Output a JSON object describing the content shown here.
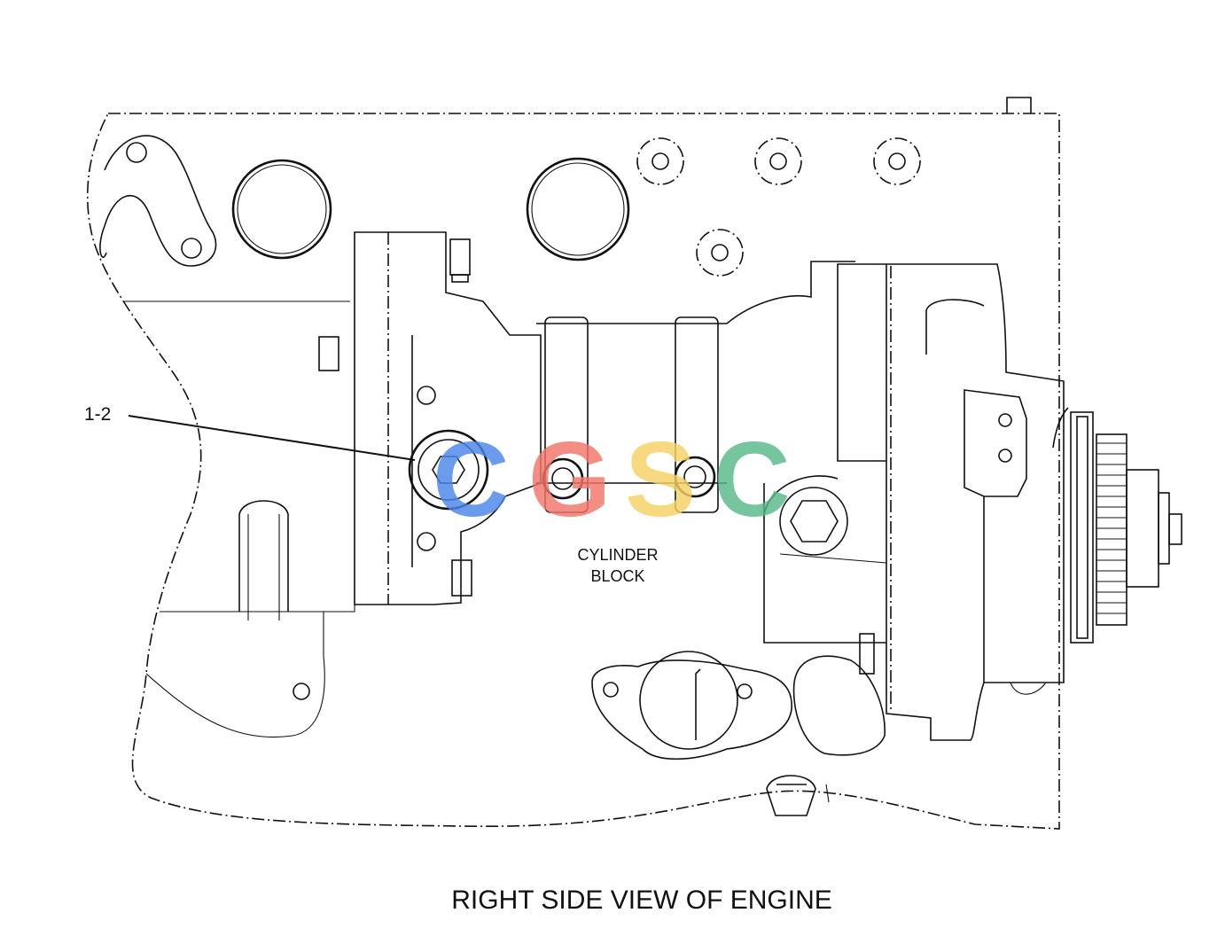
{
  "labels": {
    "callout": "1-2",
    "part_line1": "CYLINDER",
    "part_line2": "BLOCK",
    "caption": "RIGHT SIDE VIEW OF ENGINE"
  },
  "watermark": {
    "text": "CGSC",
    "colors": [
      "#4a86e8",
      "#f2766b",
      "#f6d365",
      "#57b98a"
    ]
  }
}
